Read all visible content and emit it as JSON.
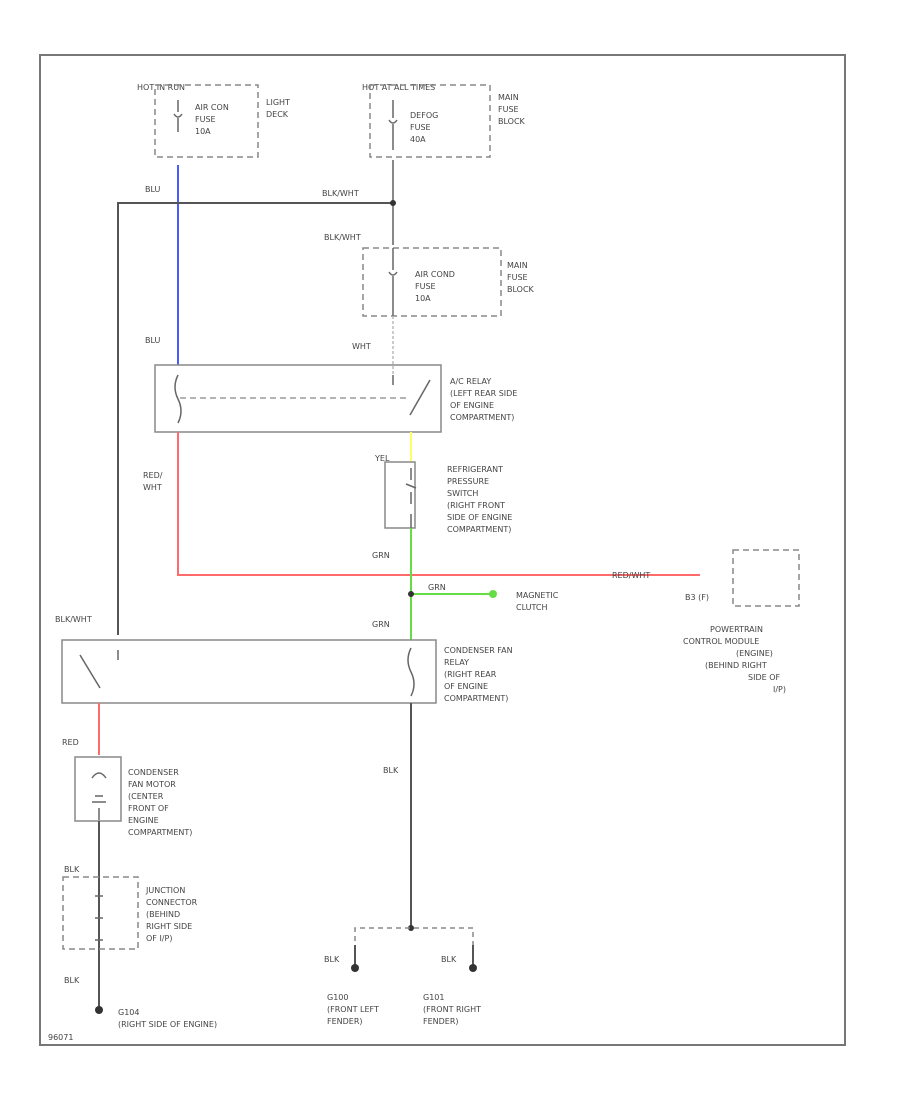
{
  "colors": {
    "blu": "#4a5cff",
    "red": "#ff6b6b",
    "yel": "#ffff66",
    "grn": "#66dd44",
    "grey": "#888888",
    "dark": "#555555"
  },
  "fuses": {
    "hot_in_run": "HOT IN RUN",
    "hot_at_all_times": "HOT AT ALL TIMES",
    "aircon_fuse": [
      "AIR CON",
      "FUSE",
      "10A"
    ],
    "aircon_fuse_loc": [
      "LIGHT",
      "DECK"
    ],
    "defog_fuse": [
      "DEFOG",
      "FUSE",
      "40A"
    ],
    "defog_fuse_loc": [
      "MAIN",
      "FUSE",
      "BLOCK"
    ],
    "aircond_fuse": [
      "AIR COND",
      "FUSE",
      "10A"
    ],
    "aircond_fuse_loc": [
      "MAIN",
      "FUSE",
      "BLOCK"
    ]
  },
  "wires": {
    "blu_top": "BLU",
    "blkwht_top": "BLK/WHT",
    "blkwht_mid": "BLK/WHT",
    "blu_mid": "BLU",
    "wht": "WHT",
    "red_wht": [
      "RED/",
      "WHT"
    ],
    "yel": "YEL",
    "grn_1": "GRN",
    "grn_2": "GRN",
    "grn_3": "GRN",
    "redwht_pcm": "RED/WHT",
    "blkwht_left": "BLK/WHT",
    "red": "RED",
    "blk_mid": "BLK",
    "blk_junc": "BLK",
    "blk_low": "BLK",
    "blk_g1": "BLK",
    "blk_g2": "BLK"
  },
  "components": {
    "ac_relay": [
      "A/C RELAY",
      "(LEFT REAR SIDE",
      "OF ENGINE",
      "COMPARTMENT)"
    ],
    "pressure_switch": [
      "REFRIGERANT",
      "PRESSURE",
      "SWITCH",
      "(RIGHT FRONT",
      "SIDE OF ENGINE",
      "COMPARTMENT)"
    ],
    "magnetic_clutch": [
      "MAGNETIC",
      "CLUTCH"
    ],
    "pcm_pin": "B3 (F)",
    "pcm": [
      "POWERTRAIN",
      "CONTROL MODULE",
      "(ENGINE)",
      "(BEHIND RIGHT",
      "SIDE OF",
      "I/P)"
    ],
    "cond_fan_relay": [
      "CONDENSER FAN",
      "RELAY",
      "(RIGHT REAR",
      "OF ENGINE",
      "COMPARTMENT)"
    ],
    "fan_motor": [
      "CONDENSER",
      "FAN MOTOR",
      "(CENTER",
      "FRONT OF",
      "ENGINE",
      "COMPARTMENT)"
    ],
    "junction": [
      "JUNCTION",
      "CONNECTOR",
      "(BEHIND",
      "RIGHT SIDE",
      "OF I/P)"
    ],
    "g_left": [
      "G104",
      "(RIGHT SIDE OF ENGINE)"
    ],
    "g_mid1": [
      "G100",
      "(FRONT LEFT",
      "FENDER)"
    ],
    "g_mid2": [
      "G101",
      "(FRONT RIGHT",
      "FENDER)"
    ],
    "diagram_id": "96071"
  }
}
